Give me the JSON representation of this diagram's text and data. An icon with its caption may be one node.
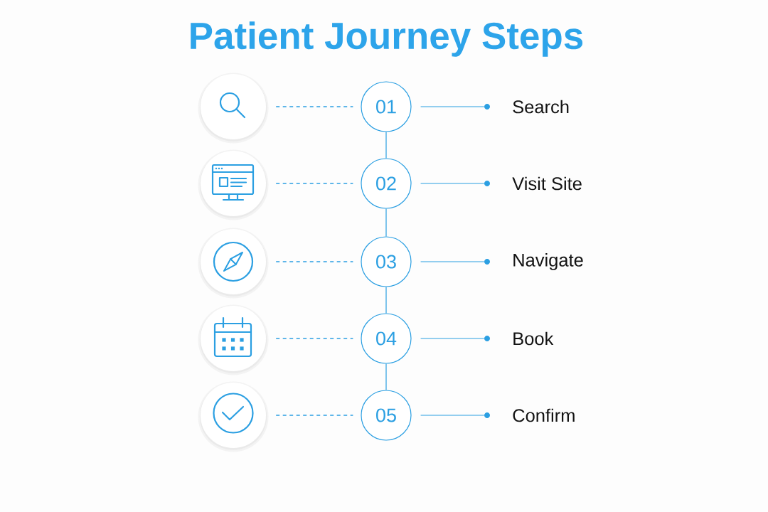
{
  "diagram": {
    "title": "Patient Journey Steps",
    "nodes": [
      {
        "text": [],
        "shape": "circle"
      },
      {
        "text": [
          "01"
        ]
      },
      {
        "text": [],
        "shape": "circle",
        "beside": [
          "Search"
        ]
      },
      {
        "text": [],
        "shape": "circle"
      },
      {
        "text": [
          "02"
        ]
      },
      {
        "text": [],
        "shape": "circle",
        "beside": [
          "Visit Site"
        ]
      },
      {
        "text": [],
        "shape": "circle"
      },
      {
        "text": [
          "03"
        ]
      },
      {
        "text": [],
        "shape": "circle",
        "beside": [
          "Navigate"
        ]
      },
      {
        "text": [],
        "shape": "circle"
      },
      {
        "text": [
          "04"
        ]
      },
      {
        "text": [],
        "shape": "circle",
        "beside": [
          "Book"
        ]
      },
      {
        "text": [],
        "shape": "circle"
      },
      {
        "text": [
          "05"
        ]
      },
      {
        "text": [],
        "shape": "circle",
        "beside": [
          "Confirm"
        ]
      }
    ],
    "edges": [
      {
        "from": 0,
        "to": 1,
        "arrow": "none",
        "style": "dashed"
      },
      {
        "from": 1,
        "to": 2,
        "arrow": "none"
      },
      {
        "from": 3,
        "to": 4,
        "arrow": "none",
        "style": "dashed"
      },
      {
        "from": 4,
        "to": 5,
        "arrow": "none"
      },
      {
        "from": 6,
        "to": 7,
        "arrow": "none",
        "style": "dashed"
      },
      {
        "from": 7,
        "to": 8,
        "arrow": "none"
      },
      {
        "from": 9,
        "to": 10,
        "arrow": "none",
        "style": "dashed"
      },
      {
        "from": 10,
        "to": 11,
        "arrow": "none"
      },
      {
        "from": 12,
        "to": 13,
        "arrow": "none",
        "style": "dashed"
      },
      {
        "from": 13,
        "to": 14,
        "arrow": "none"
      },
      {
        "from": 1,
        "to": 4,
        "arrow": "none"
      },
      {
        "from": 4,
        "to": 7,
        "arrow": "none"
      },
      {
        "from": 7,
        "to": 10,
        "arrow": "none"
      },
      {
        "from": 10,
        "to": 13,
        "arrow": "none"
      }
    ]
  }
}
